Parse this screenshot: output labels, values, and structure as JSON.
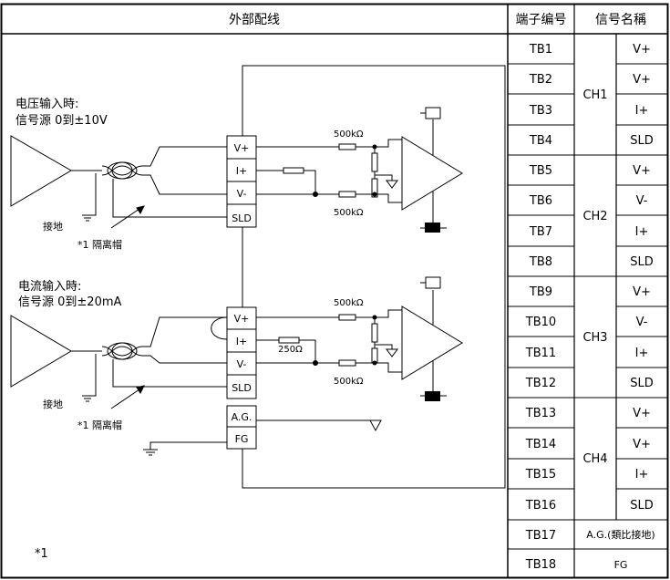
{
  "header": {
    "external_wiring": "外部配线",
    "terminal_number": "端子编号",
    "signal_name": "信号名稱"
  },
  "terminals": [
    {
      "tb": "TB1",
      "signal": "V+"
    },
    {
      "tb": "TB2",
      "signal": "V+"
    },
    {
      "tb": "TB3",
      "signal": "I+"
    },
    {
      "tb": "TB4",
      "signal": "SLD"
    },
    {
      "tb": "TB5",
      "signal": "V+"
    },
    {
      "tb": "TB6",
      "signal": "V-"
    },
    {
      "tb": "TB7",
      "signal": "I+"
    },
    {
      "tb": "TB8",
      "signal": "SLD"
    },
    {
      "tb": "TB9",
      "signal": "V+"
    },
    {
      "tb": "TB10",
      "signal": "V-"
    },
    {
      "tb": "TB11",
      "signal": "I+"
    },
    {
      "tb": "TB12",
      "signal": "SLD"
    },
    {
      "tb": "TB13",
      "signal": "V+"
    },
    {
      "tb": "TB14",
      "signal": "V+"
    },
    {
      "tb": "TB15",
      "signal": "I+"
    },
    {
      "tb": "TB16",
      "signal": "SLD"
    },
    {
      "tb": "TB17",
      "signal": "A.G.(類比接地)"
    },
    {
      "tb": "TB18",
      "signal": "FG"
    }
  ],
  "channels": [
    "CH1",
    "CH2",
    "CH3",
    "CH4"
  ],
  "diagram": {
    "voltage_input_line1": "电压输入時:",
    "voltage_input_line2": "信号源  0到±10V",
    "current_input_line1": "电流输入時:",
    "current_input_line2": "信号源  0到±20mA",
    "ground_label": "接地",
    "shield_label": "*1  隔离帽",
    "footnote": "*1",
    "res_500k": "500kΩ",
    "res_250": "250Ω",
    "term_vplus": "V+",
    "term_iplus": "I+",
    "term_vminus": "V-",
    "term_sld": "SLD",
    "term_ag": "A.G.",
    "term_fg": "FG"
  }
}
